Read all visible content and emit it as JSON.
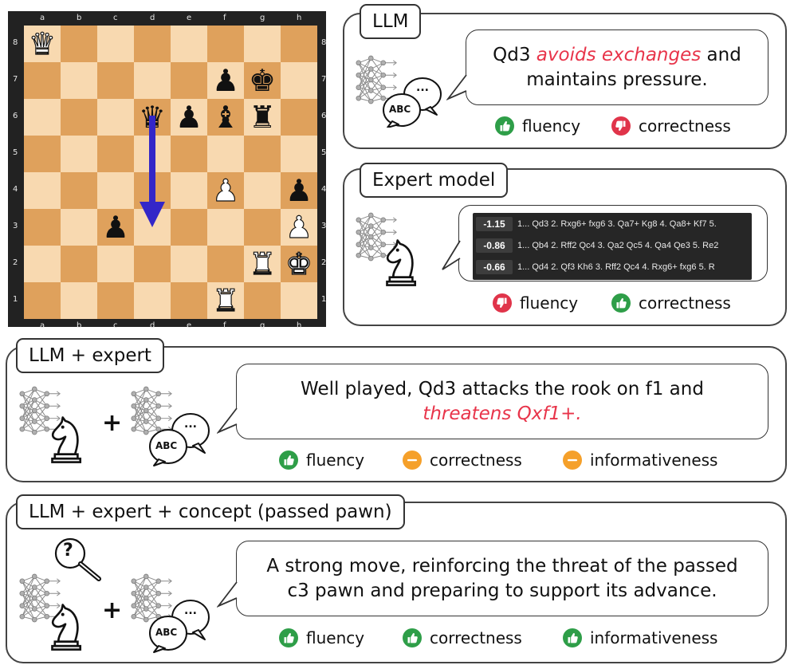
{
  "board": {
    "files": [
      "a",
      "b",
      "c",
      "d",
      "e",
      "f",
      "g",
      "h"
    ],
    "ranks": [
      "8",
      "7",
      "6",
      "5",
      "4",
      "3",
      "2",
      "1"
    ],
    "pieces": [
      {
        "sq": "a8",
        "glyph": "♛",
        "color": "white"
      },
      {
        "sq": "f7",
        "glyph": "♟",
        "color": "black"
      },
      {
        "sq": "g7",
        "glyph": "♚",
        "color": "black"
      },
      {
        "sq": "d6",
        "glyph": "♛",
        "color": "black"
      },
      {
        "sq": "e6",
        "glyph": "♟",
        "color": "black"
      },
      {
        "sq": "f6",
        "glyph": "♝",
        "color": "black"
      },
      {
        "sq": "g6",
        "glyph": "♜",
        "color": "black"
      },
      {
        "sq": "f4",
        "glyph": "♟",
        "color": "white"
      },
      {
        "sq": "h4",
        "glyph": "♟",
        "color": "black"
      },
      {
        "sq": "c3",
        "glyph": "♟",
        "color": "black"
      },
      {
        "sq": "h3",
        "glyph": "♟",
        "color": "white"
      },
      {
        "sq": "g2",
        "glyph": "♜",
        "color": "white"
      },
      {
        "sq": "h2",
        "glyph": "♚",
        "color": "white"
      },
      {
        "sq": "f1",
        "glyph": "♜",
        "color": "white"
      }
    ],
    "arrow": {
      "from": "d6",
      "to": "d3",
      "color": "#3326c8"
    }
  },
  "llm": {
    "tag": "LLM",
    "bubble_pre": "Qd3 ",
    "bubble_highlight": "avoids exchanges",
    "bubble_post": " and",
    "bubble_line2": "maintains pressure.",
    "ratings": [
      {
        "label": "fluency",
        "status": "good",
        "icon": "thumbs-up-icon"
      },
      {
        "label": "correctness",
        "status": "bad",
        "icon": "thumbs-down-icon"
      }
    ]
  },
  "expert": {
    "tag": "Expert model",
    "lines": [
      {
        "eval": "-1.15",
        "moves": "1... Qd3 2. Rxg6+ fxg6 3. Qa7+ Kg8 4. Qa8+ Kf7 5."
      },
      {
        "eval": "-0.86",
        "moves": "1... Qb4 2. Rff2 Qc4 3. Qa2 Qc5 4. Qa4 Qe3 5. Re2"
      },
      {
        "eval": "-0.66",
        "moves": "1... Qd4 2. Qf3 Kh6 3. Rff2 Qc4 4. Rxg6+ fxg6 5. R"
      }
    ],
    "ratings": [
      {
        "label": "fluency",
        "status": "bad",
        "icon": "thumbs-down-icon"
      },
      {
        "label": "correctness",
        "status": "good",
        "icon": "thumbs-up-icon"
      }
    ]
  },
  "llm_expert": {
    "tag": "LLM + expert",
    "bubble_line1": "Well played, Qd3 attacks the rook on f1 and",
    "bubble_highlight": "threatens Qxf1+.",
    "plus": "+",
    "ratings": [
      {
        "label": "fluency",
        "status": "good",
        "icon": "thumbs-up-icon"
      },
      {
        "label": "correctness",
        "status": "mid",
        "icon": "neutral-icon"
      },
      {
        "label": "informativeness",
        "status": "mid",
        "icon": "neutral-icon"
      }
    ]
  },
  "concept": {
    "tag": "LLM + expert + concept (passed pawn)",
    "bubble_line1": "A strong move, reinforcing the threat of the passed",
    "bubble_line2": "c3 pawn and preparing to support its advance.",
    "plus": "+",
    "ratings": [
      {
        "label": "fluency",
        "status": "good",
        "icon": "thumbs-up-icon"
      },
      {
        "label": "correctness",
        "status": "good",
        "icon": "thumbs-up-icon"
      },
      {
        "label": "informativeness",
        "status": "good",
        "icon": "thumbs-up-icon"
      }
    ]
  },
  "icons": {
    "speech_text": "ABC",
    "speech_dots": "...",
    "question_mark": "?"
  },
  "colors": {
    "good": "#2e9e48",
    "bad": "#e0344a",
    "mid": "#f5a02a",
    "highlight": "#e8344a",
    "light_square": "#f8d9b0",
    "dark_square": "#dfa15c",
    "arrow": "#3326c8"
  }
}
